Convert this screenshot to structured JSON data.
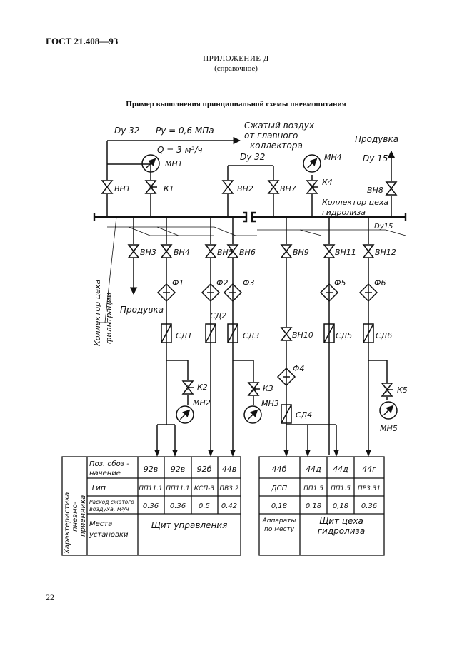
{
  "header": {
    "standard": "ГОСТ 21.408—93",
    "appendix": "ПРИЛОЖЕНИЕ Д",
    "appendix_note": "(справочное)",
    "title": "Пример выполнения принципиальной схемы пневмопитания",
    "page_number": "22"
  },
  "diagram": {
    "supply": {
      "dy": "Dу 32",
      "pressure": "Pу = 0,6 МПа",
      "flow": "Q = 3 м³/ч",
      "source_line1": "Сжатый воздух",
      "source_line2": "от главного",
      "source_line3": "коллектора"
    },
    "dy32_second": "Dу 32",
    "dy15_top": "Dу 15",
    "dy15_collector": "Dу15",
    "purge_top": "Продувка",
    "purge_bottom": "Продувка",
    "collector_hydrolysis_line1": "Коллектор цеха",
    "collector_hydrolysis_line2": "гидролиза",
    "collector_filtration_line1": "Коллектор цеха",
    "collector_filtration_line2": "фильтрации",
    "valves": {
      "vn1": "ВН1",
      "vn2": "ВН2",
      "vn3": "ВН3",
      "vn4": "ВН4",
      "vn5": "ВН5",
      "vn6": "ВН6",
      "vn7": "ВН7",
      "vn8": "ВН8",
      "vn9": "ВН9",
      "vn10": "ВН10",
      "vn11": "ВН11",
      "vn12": "ВН12"
    },
    "cocks": {
      "k1": "К1",
      "k2": "К2",
      "k3": "К3",
      "k4": "К4",
      "k5": "К5"
    },
    "gauges": {
      "mn1": "МН1",
      "mn2": "МН2",
      "mn3": "МН3",
      "mn4": "МН4",
      "mn5": "МН5"
    },
    "filters": {
      "f1": "Ф1",
      "f2": "Ф2",
      "f3": "Ф3",
      "f4": "Ф4",
      "f5": "Ф5",
      "f6": "Ф6"
    },
    "regulators": {
      "sd1": "СД1",
      "sd2": "СД2",
      "sd3": "СД3",
      "sd4": "СД4",
      "sd5": "СД5",
      "sd6": "СД6"
    }
  },
  "table": {
    "side_header_line1": "Характеристика",
    "side_header_line2": "пневмо-",
    "side_header_line3": "приемника",
    "rows": {
      "pos_line1": "Поз. обоз -",
      "pos_line2": "начение",
      "type": "Тип",
      "consumption_line1": "Расход сжатого",
      "consumption_line2": "воздуха, м³/ч",
      "place_line1": "Места",
      "place_line2": "установки"
    },
    "left_group": {
      "positions": [
        "92в",
        "92в",
        "92б",
        "44в"
      ],
      "types": [
        "ПП11.1",
        "ПП11.1",
        "КСП-3",
        "ПВ3.2"
      ],
      "consumption": [
        "0.36",
        "0.36",
        "0.5",
        "0.42"
      ],
      "place": "Щит управления"
    },
    "right_group": {
      "positions": [
        "44б",
        "44д",
        "44д",
        "44г"
      ],
      "types": [
        "ДСП",
        "ПП1.5",
        "ПП1.5",
        "ПР3.31"
      ],
      "consumption": [
        "0,18",
        "0.18",
        "0,18",
        "0.36"
      ],
      "place_left_line1": "Аппараты",
      "place_left_line2": "по месту",
      "place_line1": "Щит цеха",
      "place_line2": "гидролиза"
    }
  }
}
